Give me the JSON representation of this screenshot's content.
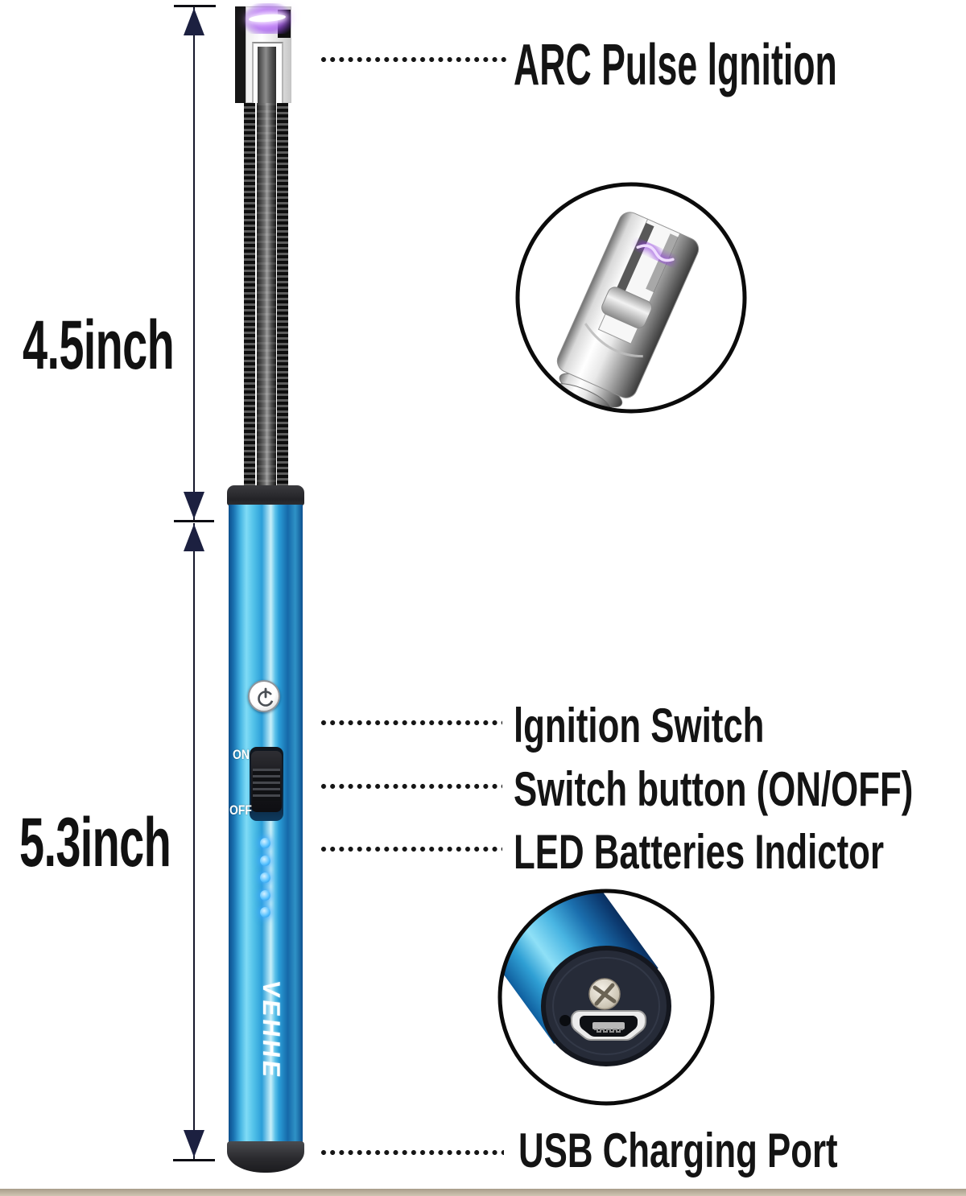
{
  "measurements": {
    "neck_length": "4.5inch",
    "body_length": "5.3inch"
  },
  "labels": {
    "arc": "ARC Pulse lgnition",
    "ignition": "lgnition Switch",
    "switch_button": "Switch button (ON/OFF)",
    "led": "LED Batteries Indictor",
    "usb": "USB Charging Port"
  },
  "device": {
    "brand": "VEHHE",
    "switch_on": "ON",
    "switch_off": "OFF",
    "led_count": 5
  },
  "colors": {
    "body_blue": "#2b9ed8",
    "body_highlight": "#7fdbf6",
    "arc_purple": "#9b4ce0",
    "arrow_navy": "#1c2040",
    "label_text": "#141414",
    "led_blue": "#59c2ff",
    "floor_beige": "#b7ac9a"
  }
}
